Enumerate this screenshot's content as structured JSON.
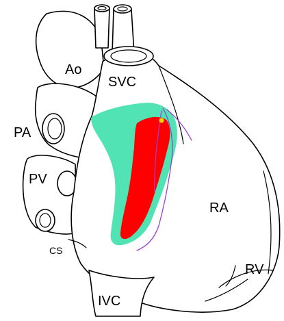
{
  "diagram": {
    "labels": {
      "ao": "Ao",
      "svc": "SVC",
      "pa": "PA",
      "pv": "PV",
      "cs": "CS",
      "ra": "RA",
      "rv": "RV",
      "ivc": "IVC"
    },
    "colors": {
      "outline": "#000000",
      "background": "#ffffff",
      "outer_region": "#52e3b4",
      "inner_region": "#ff0000",
      "nerve_fibers": "#9b3fd0",
      "dot": "#ffd400"
    }
  }
}
